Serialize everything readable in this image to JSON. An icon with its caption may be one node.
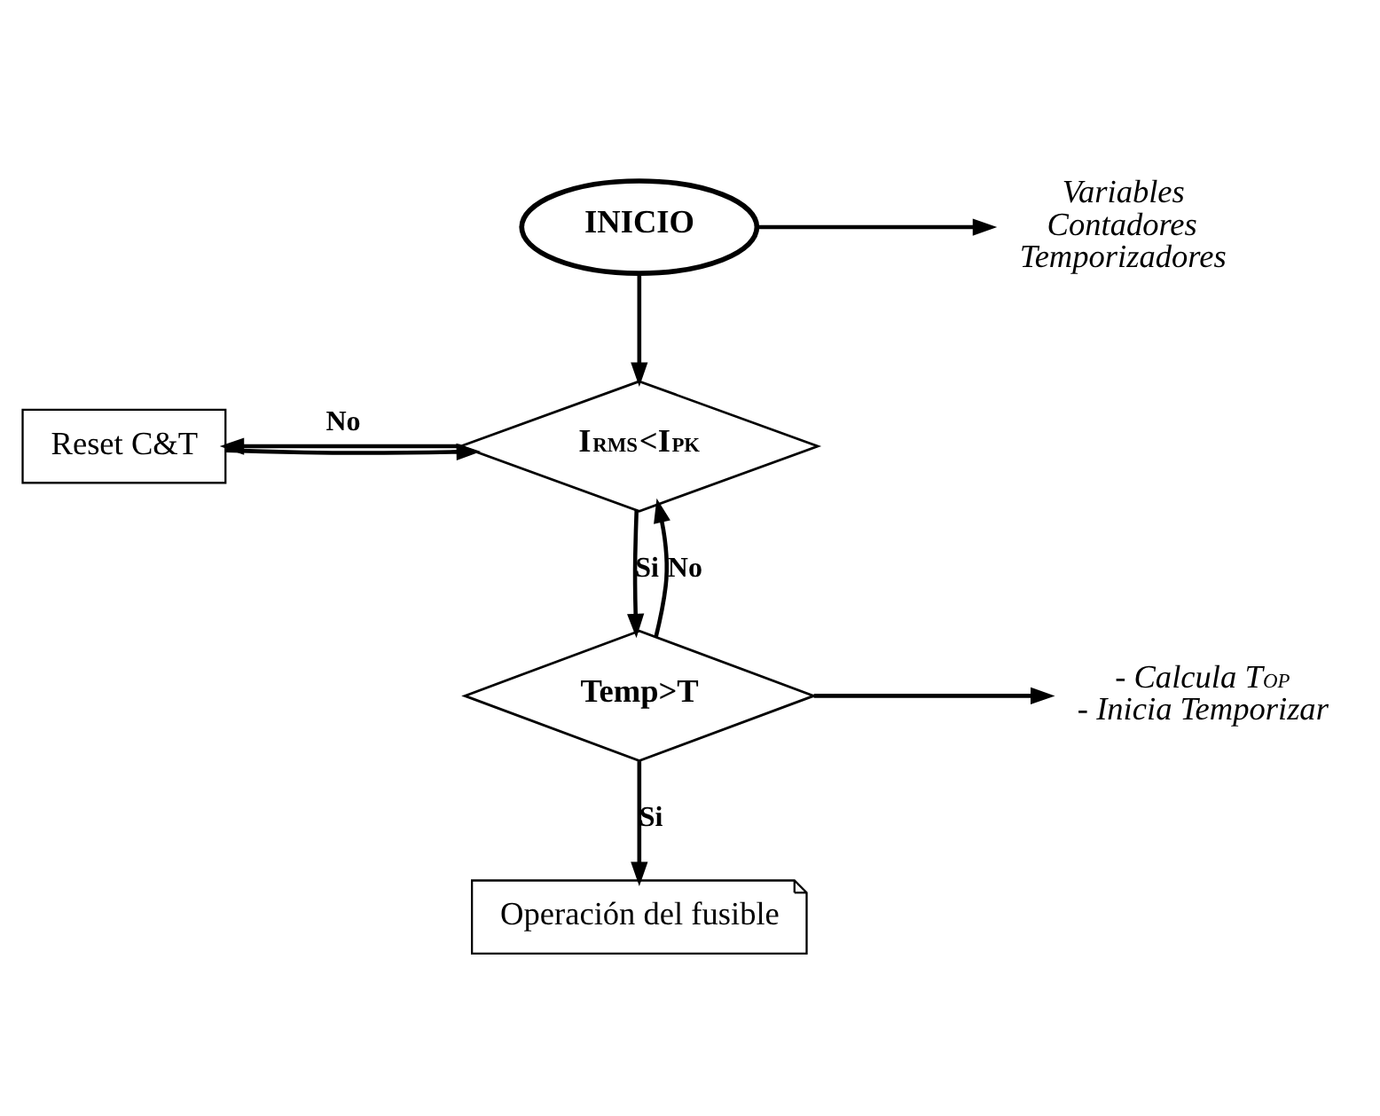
{
  "diagram": {
    "nodes": [
      {
        "text": [
          "INICIO"
        ]
      },
      {
        "text": [
          "Variables",
          "Contadores",
          "Temporizadores"
        ]
      },
      {
        "text": [
          "Reset C&T"
        ]
      },
      {
        "text": [
          "I$_{RMS}$<I$_{PK}$"
        ]
      },
      {
        "text": [
          "Temp>T"
        ]
      },
      {
        "text": [
          "- Calcula T$_{OP}$",
          "- Inicia Temporizar"
        ]
      },
      {
        "text": [
          "Operación del fusible"
        ]
      }
    ],
    "edges": [
      {
        "from": 0,
        "to": 1,
        "arrow": "to"
      },
      {
        "from": 0,
        "to": 3,
        "arrow": "to"
      },
      {
        "from": 2,
        "to": 3,
        "arrow": "to"
      },
      {
        "from": 3,
        "to": 2,
        "label": "No",
        "arrow": "to"
      },
      {
        "from": 3,
        "to": 4,
        "label": "Si",
        "arrow": "to"
      },
      {
        "from": 4,
        "to": 3,
        "label": "No",
        "arrow": "to"
      },
      {
        "from": 4,
        "to": 5,
        "arrow": "to"
      },
      {
        "from": 4,
        "to": 6,
        "label": "Si",
        "arrow": "to"
      }
    ]
  }
}
